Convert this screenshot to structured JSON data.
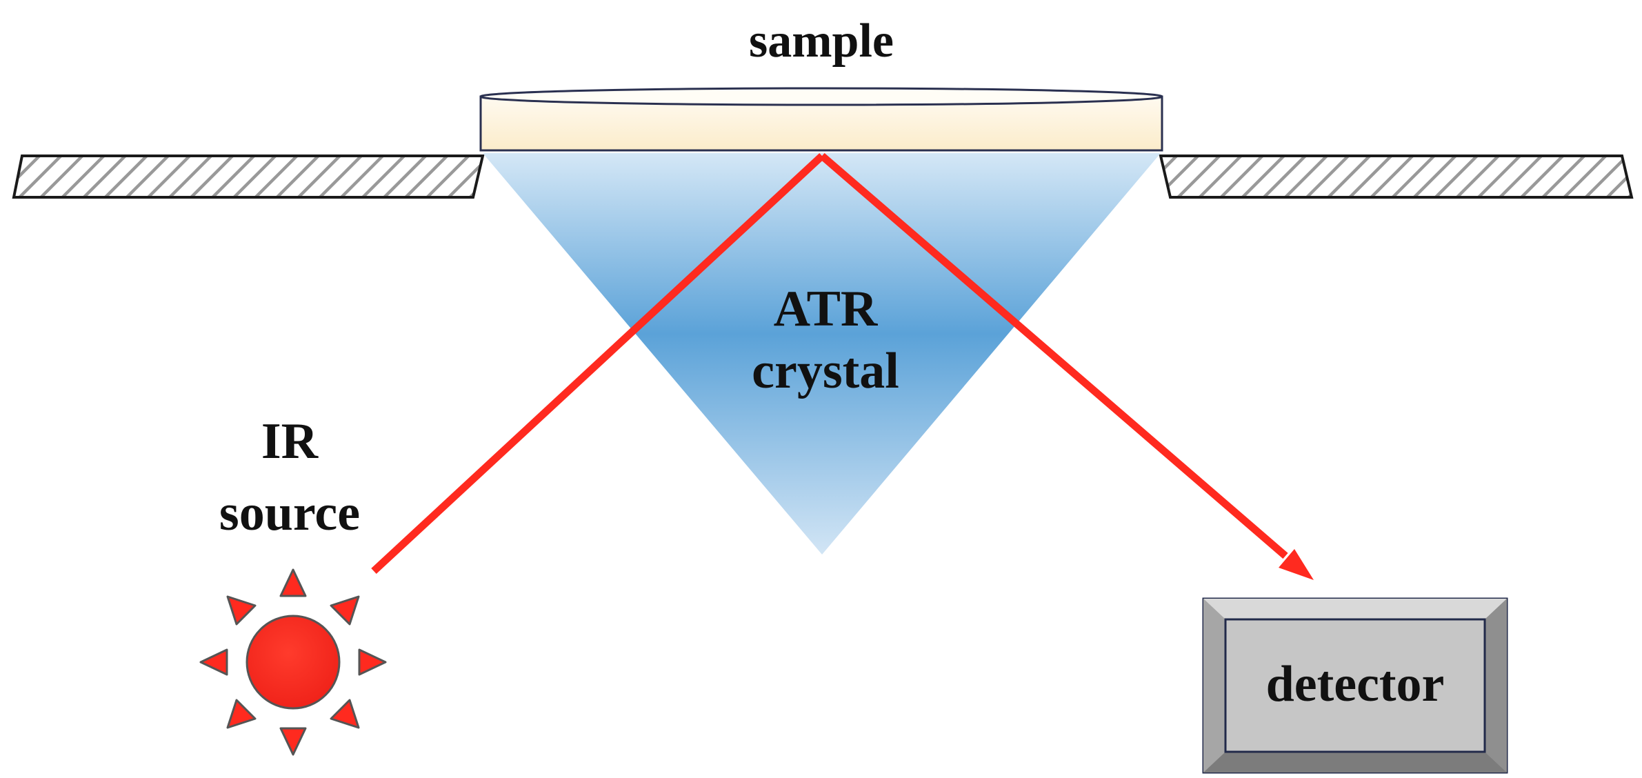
{
  "labels": {
    "sample": "sample",
    "crystal_line1": "ATR",
    "crystal_line2": "crystal",
    "source_line1": "IR",
    "source_line2": "source",
    "detector": "detector"
  },
  "colors": {
    "beam": "#ff2a1f",
    "sun": "#ff2a1f",
    "sun_outline": "#555555",
    "sample_fill": "#fdf2d6",
    "crystal_light": "#cfe3f4",
    "crystal_dark": "#4f9ad3",
    "hatch": "#999999",
    "detector_face": "#c6c6c6",
    "detector_bevel": "#8a8a8a",
    "outline": "#222a4a"
  },
  "icons": {
    "source": "sun-icon",
    "detector": "detector-box-icon"
  }
}
